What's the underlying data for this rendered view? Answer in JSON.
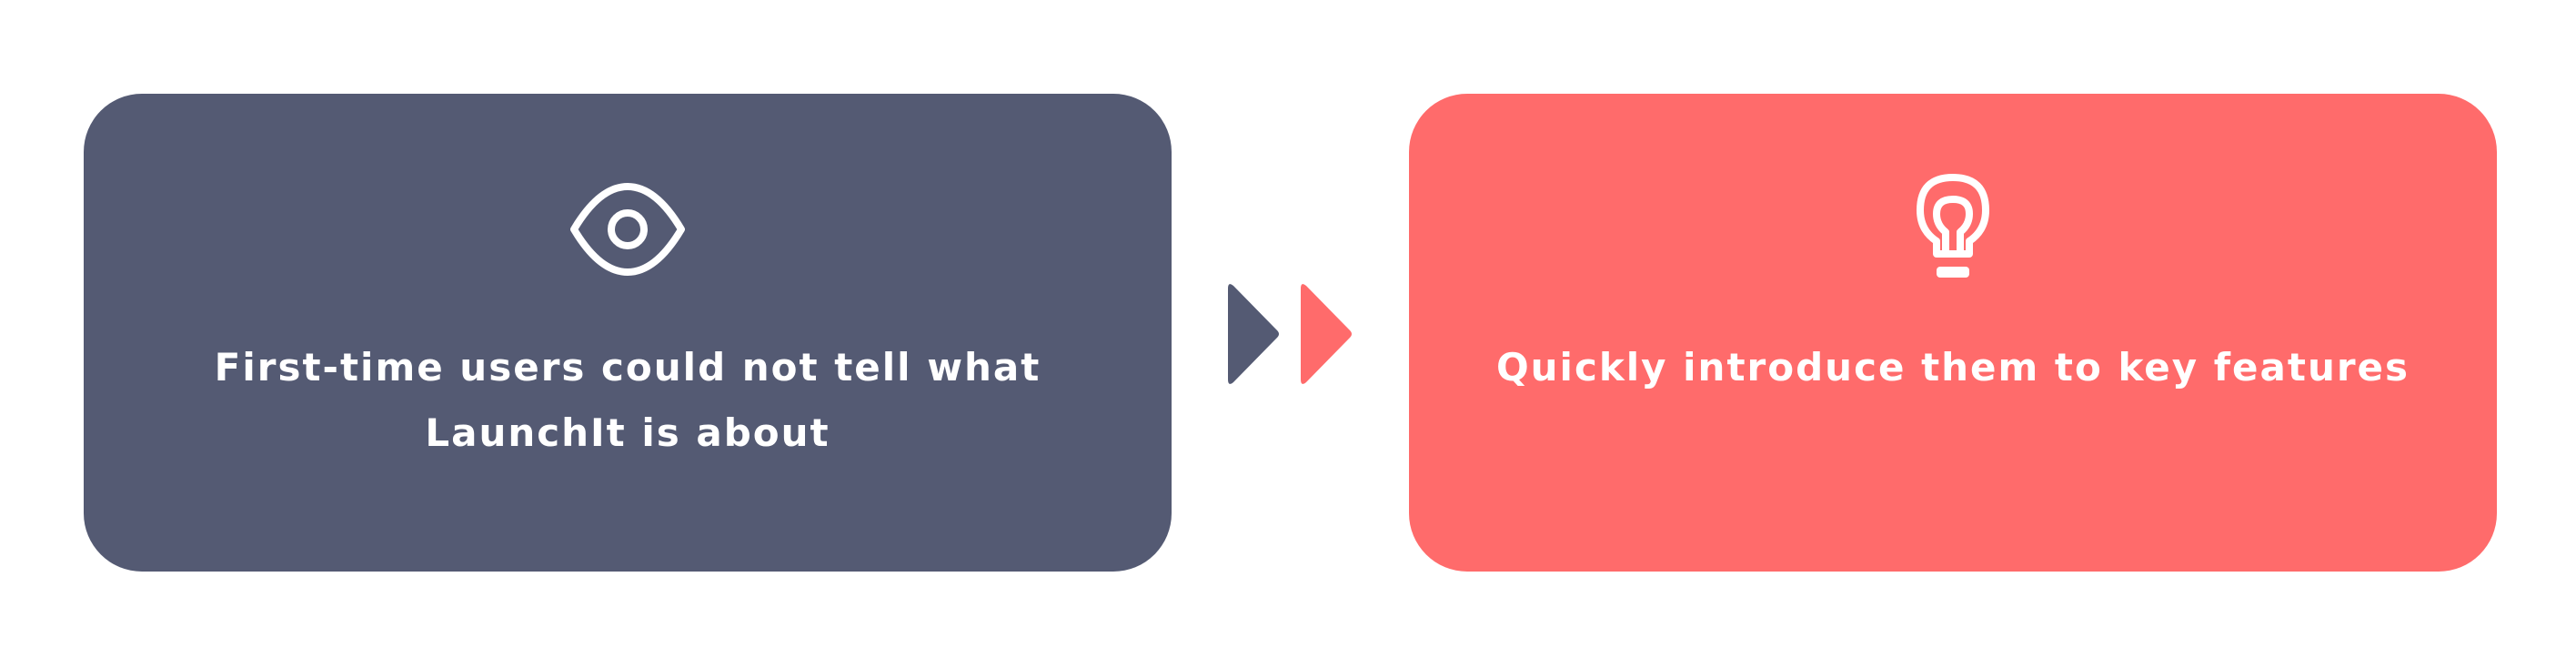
{
  "steps": [
    {
      "id": "problem",
      "icon": "eye-icon",
      "text": "First-time users could not tell what LaunchIt is about",
      "color": "#545a73"
    },
    {
      "id": "solution",
      "icon": "lightbulb-icon",
      "text": "Quickly introduce them to key features",
      "color": "#ff6b6b"
    }
  ],
  "connector": {
    "icon": "double-chevron-right-icon",
    "colors": [
      "#545a73",
      "#ff6b6b"
    ]
  },
  "background": "#ffffff"
}
